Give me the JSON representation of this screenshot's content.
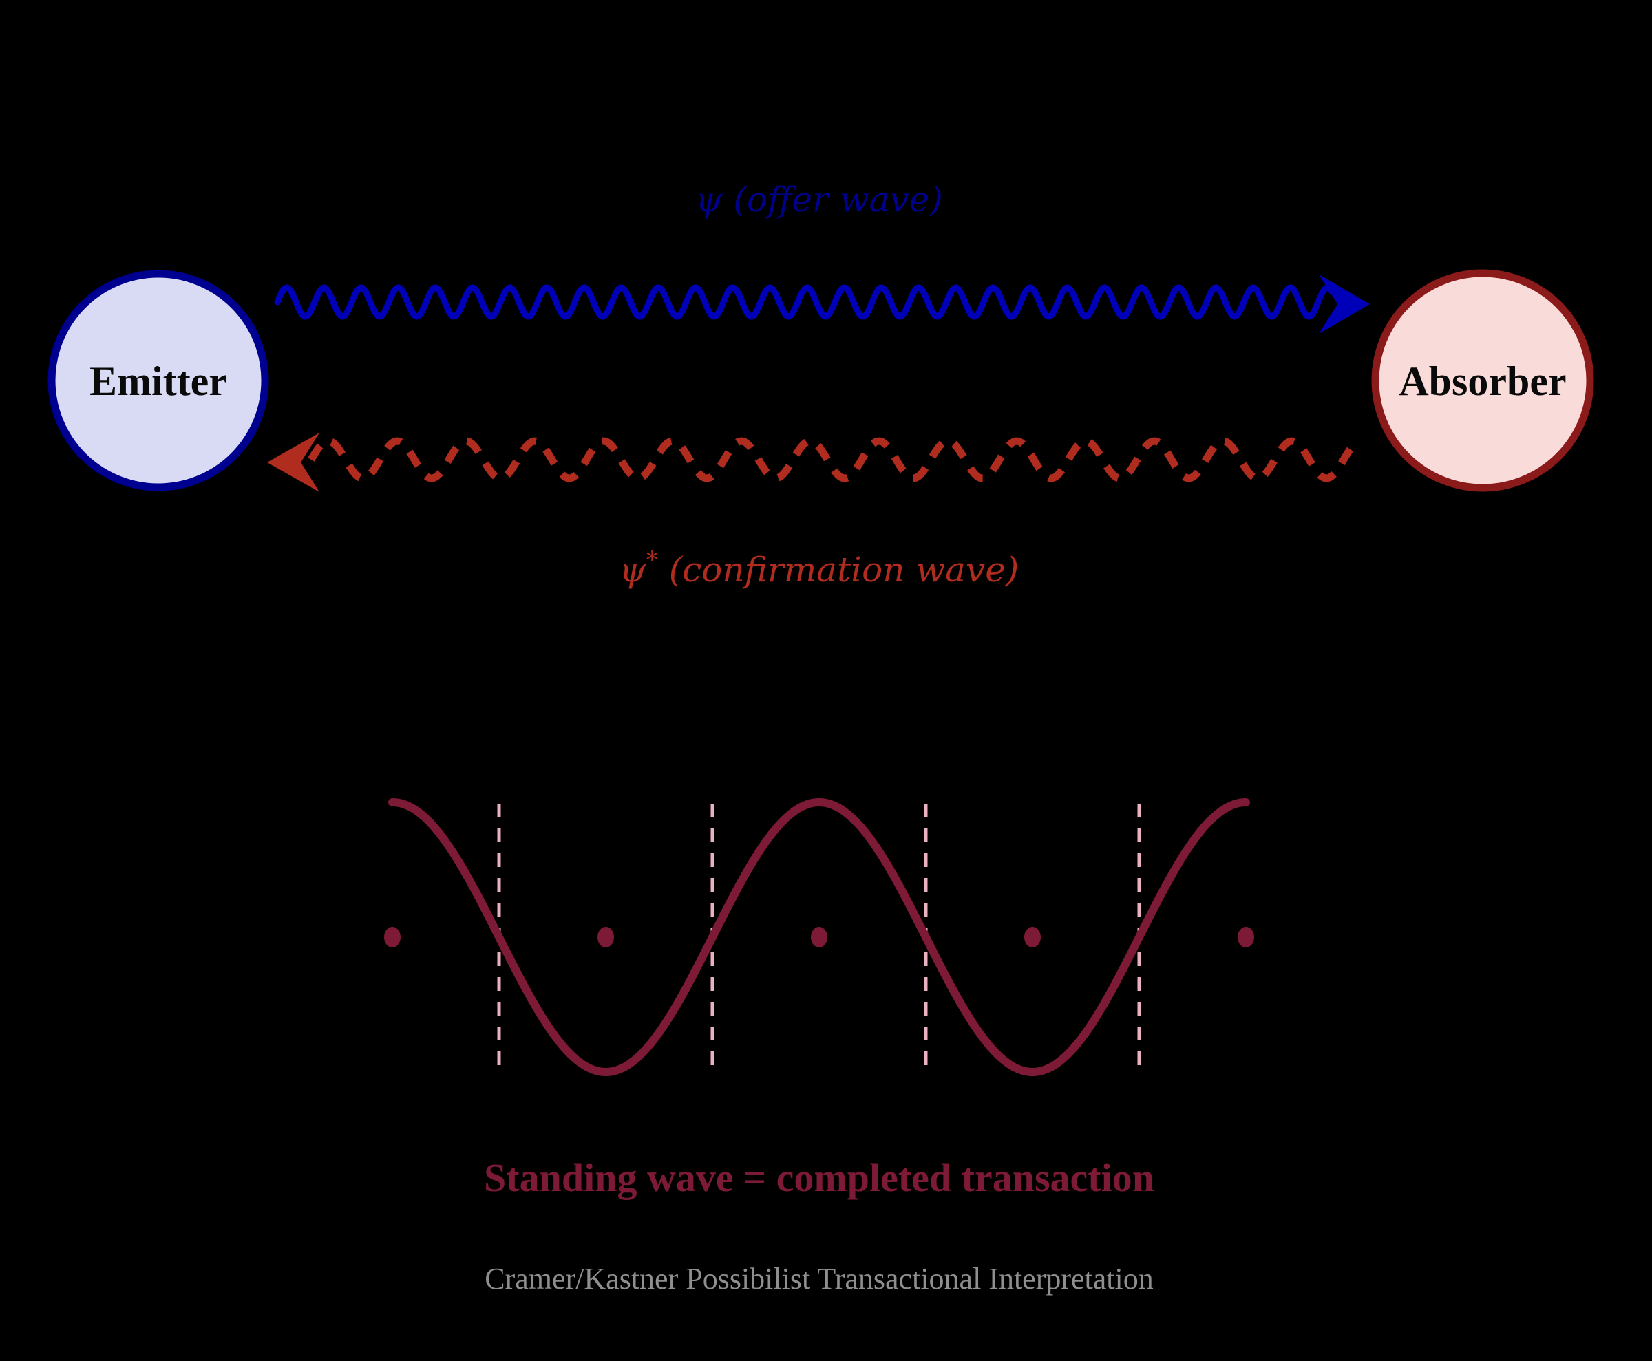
{
  "labels": {
    "emitter": "Emitter",
    "absorber": "Absorber",
    "offer_wave": "ψ (offer wave)",
    "confirmation_psi": "ψ",
    "confirmation_star": "*",
    "confirmation_rest": " (confirmation wave)",
    "standing": "Standing wave = completed transaction",
    "caption": "Cramer/Kastner Possibilist Transactional Interpretation"
  },
  "colors": {
    "background": "#000000",
    "offer_wave_blue": "#0000b8",
    "offer_label_blue": "#00008b",
    "confirmation_red": "#b02c1e",
    "emitter_fill": "#d9daf4",
    "emitter_stroke": "#000090",
    "absorber_fill": "#f9dbd9",
    "absorber_stroke": "#8b1a1a",
    "standing_maroon": "#7d1a35",
    "node_line_pink": "#eab1c0",
    "caption_gray": "#8f8f8f",
    "node_text_black": "#0a0a0a"
  }
}
